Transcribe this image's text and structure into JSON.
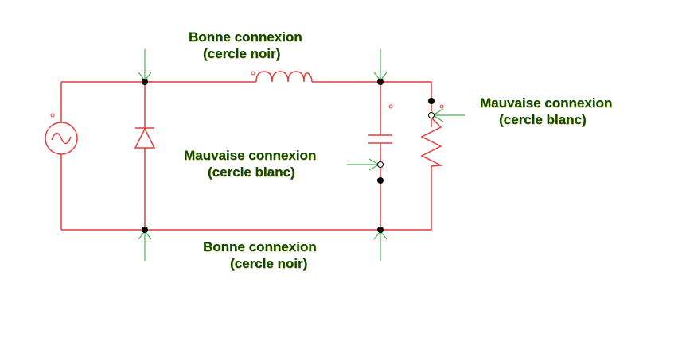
{
  "colors": {
    "wire": "#e83a3a",
    "arrow": "#4caf50",
    "label": "#0b4a0b",
    "good_node": "#000000",
    "bad_node": "#ffffff"
  },
  "components": [
    {
      "type": "ac-source",
      "position": "left branch"
    },
    {
      "type": "diode",
      "position": "second branch"
    },
    {
      "type": "inductor",
      "position": "top wire"
    },
    {
      "type": "capacitor",
      "position": "third branch"
    },
    {
      "type": "resistor",
      "position": "right branch"
    }
  ],
  "labels": {
    "top_good": {
      "line1": "Bonne connexion",
      "line2": "(cercle noir)"
    },
    "middle_bad": {
      "line1": "Mauvaise connexion",
      "line2": "(cercle blanc)"
    },
    "right_bad": {
      "line1": "Mauvaise connexion",
      "line2": "(cercle blanc)"
    },
    "bottom_good": {
      "line1": "Bonne connexion",
      "line2": "(cercle noir)"
    }
  }
}
